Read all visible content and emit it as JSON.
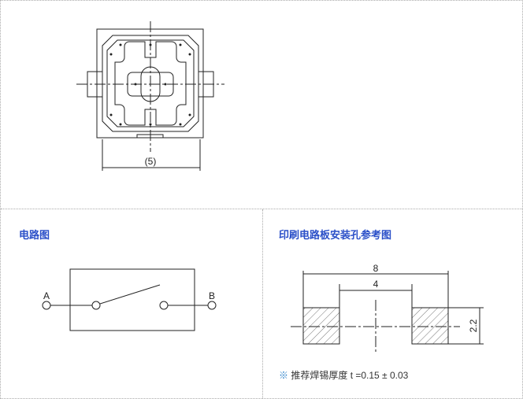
{
  "top": {
    "dimension_label": "(5)"
  },
  "circuit": {
    "title": "电路图",
    "terminal_a": "A",
    "terminal_b": "B"
  },
  "pcb": {
    "title": "印刷电路板安装孔参考图",
    "dim_outer": "8",
    "dim_inner": "4",
    "dim_height": "2.2",
    "note_mark": "※",
    "note_text": "推荐焊锡厚度 t =0.15 ± 0.03"
  },
  "colors": {
    "title": "#2a4fc8"
  }
}
